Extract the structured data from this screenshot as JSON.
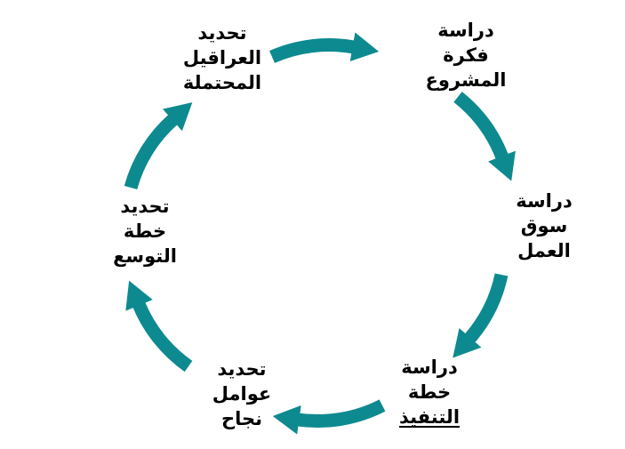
{
  "diagram": {
    "type": "cycle",
    "direction": "clockwise",
    "accent_color": "#0d8a8f",
    "text_color": "#000000",
    "background_color": "#ffffff",
    "stages": [
      {
        "id": "study-project-idea",
        "position": "top-right",
        "lines": [
          "دراسة",
          "فكرة",
          "المشروع"
        ]
      },
      {
        "id": "study-labor-market",
        "position": "right",
        "lines": [
          "دراسة",
          "سوق",
          "العمل"
        ]
      },
      {
        "id": "study-implementation-plan",
        "position": "bottom-right",
        "lines": [
          "دراسة",
          "خطة",
          "التنفيذ"
        ],
        "last_line_underlined": true
      },
      {
        "id": "identify-success-factors",
        "position": "bottom-left",
        "lines": [
          "تحديد",
          "عوامل",
          "نجاح"
        ]
      },
      {
        "id": "identify-expansion-plan",
        "position": "left",
        "lines": [
          "تحديد",
          "خطة",
          "التوسع"
        ]
      },
      {
        "id": "identify-potential-obstacles",
        "position": "top-left",
        "lines": [
          "تحديد",
          "العراقيل",
          "المحتملة"
        ]
      }
    ],
    "arrows": [
      {
        "from": "identify-potential-obstacles",
        "to": "study-project-idea"
      },
      {
        "from": "study-project-idea",
        "to": "study-labor-market"
      },
      {
        "from": "study-labor-market",
        "to": "study-implementation-plan"
      },
      {
        "from": "study-implementation-plan",
        "to": "identify-success-factors"
      },
      {
        "from": "identify-success-factors",
        "to": "identify-expansion-plan"
      },
      {
        "from": "identify-expansion-plan",
        "to": "identify-potential-obstacles"
      }
    ]
  }
}
